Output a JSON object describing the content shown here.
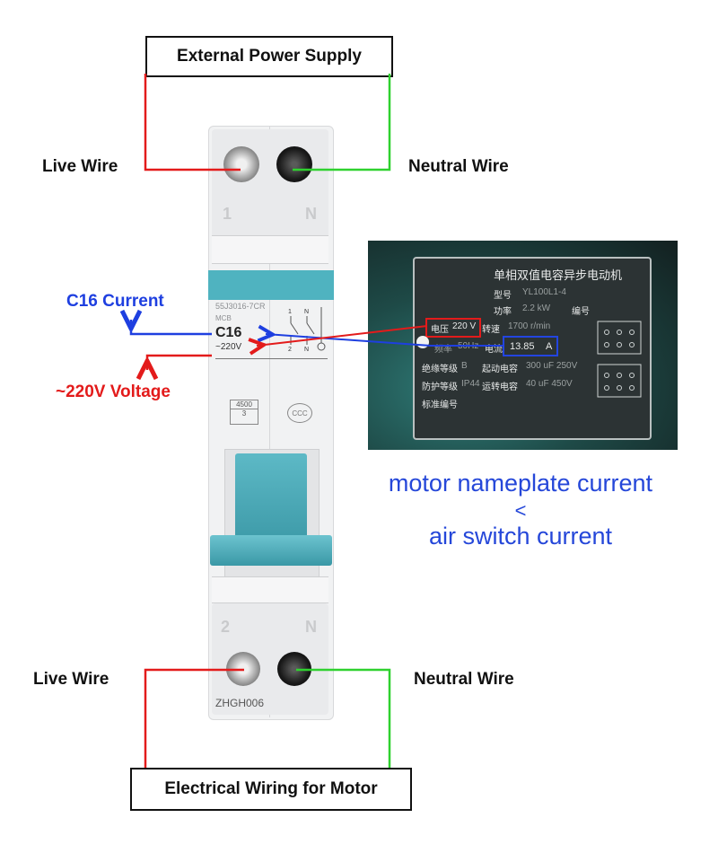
{
  "labels": {
    "external_power": "External Power Supply",
    "motor_wiring": "Electrical Wiring for Motor",
    "live_top": "Live Wire",
    "neutral_top": "Neutral Wire",
    "live_bottom": "Live Wire",
    "neutral_bottom": "Neutral Wire",
    "c16_current": "C16 Current",
    "voltage": "~220V Voltage"
  },
  "breaker": {
    "model": "55J3016-7CR",
    "type": "MCB",
    "rating": "C16",
    "voltage": "~220V",
    "terminal_1": "1",
    "terminal_n_top": "N",
    "terminal_2": "2",
    "terminal_n_bottom": "N",
    "capacity_top": "4500",
    "capacity_bottom": "3",
    "cert": "CCC",
    "brand": "ZHGH006",
    "schem_1": "1",
    "schem_n": "N",
    "schem_2": "2",
    "schem_nb": "N"
  },
  "nameplate": {
    "title": "单相双值电容异步电动机",
    "model_label": "型号",
    "model_value": "YL100L1-4",
    "power_label": "功率",
    "power_value": "2.2 kW",
    "serial_label": "编号",
    "voltage_label": "电压",
    "voltage_value": "220 V",
    "speed_label": "转速",
    "speed_value": "1700 r/min",
    "freq_label": "频率",
    "freq_value": "50Hz",
    "current_label": "电流",
    "current_value": "13.85",
    "current_unit": "A",
    "insulation_label": "绝缘等级",
    "insulation_value": "B",
    "start_cap_label": "起动电容",
    "start_cap_value": "300 uF 250V",
    "protect_label": "防护等级",
    "protect_value": "IP44",
    "run_cap_label": "运转电容",
    "run_cap_value": "40 uF 450V",
    "standard_label": "标准编号"
  },
  "note": {
    "line1": "motor nameplate current",
    "line2": "<",
    "line3": "air switch current"
  },
  "colors": {
    "live": "#e31b1b",
    "neutral": "#2fd12f",
    "current_arrow": "#1e3fe0",
    "voltage_arrow": "#e31b1b",
    "note": "#2547d9",
    "breaker_accent": "#4fb3c0"
  }
}
